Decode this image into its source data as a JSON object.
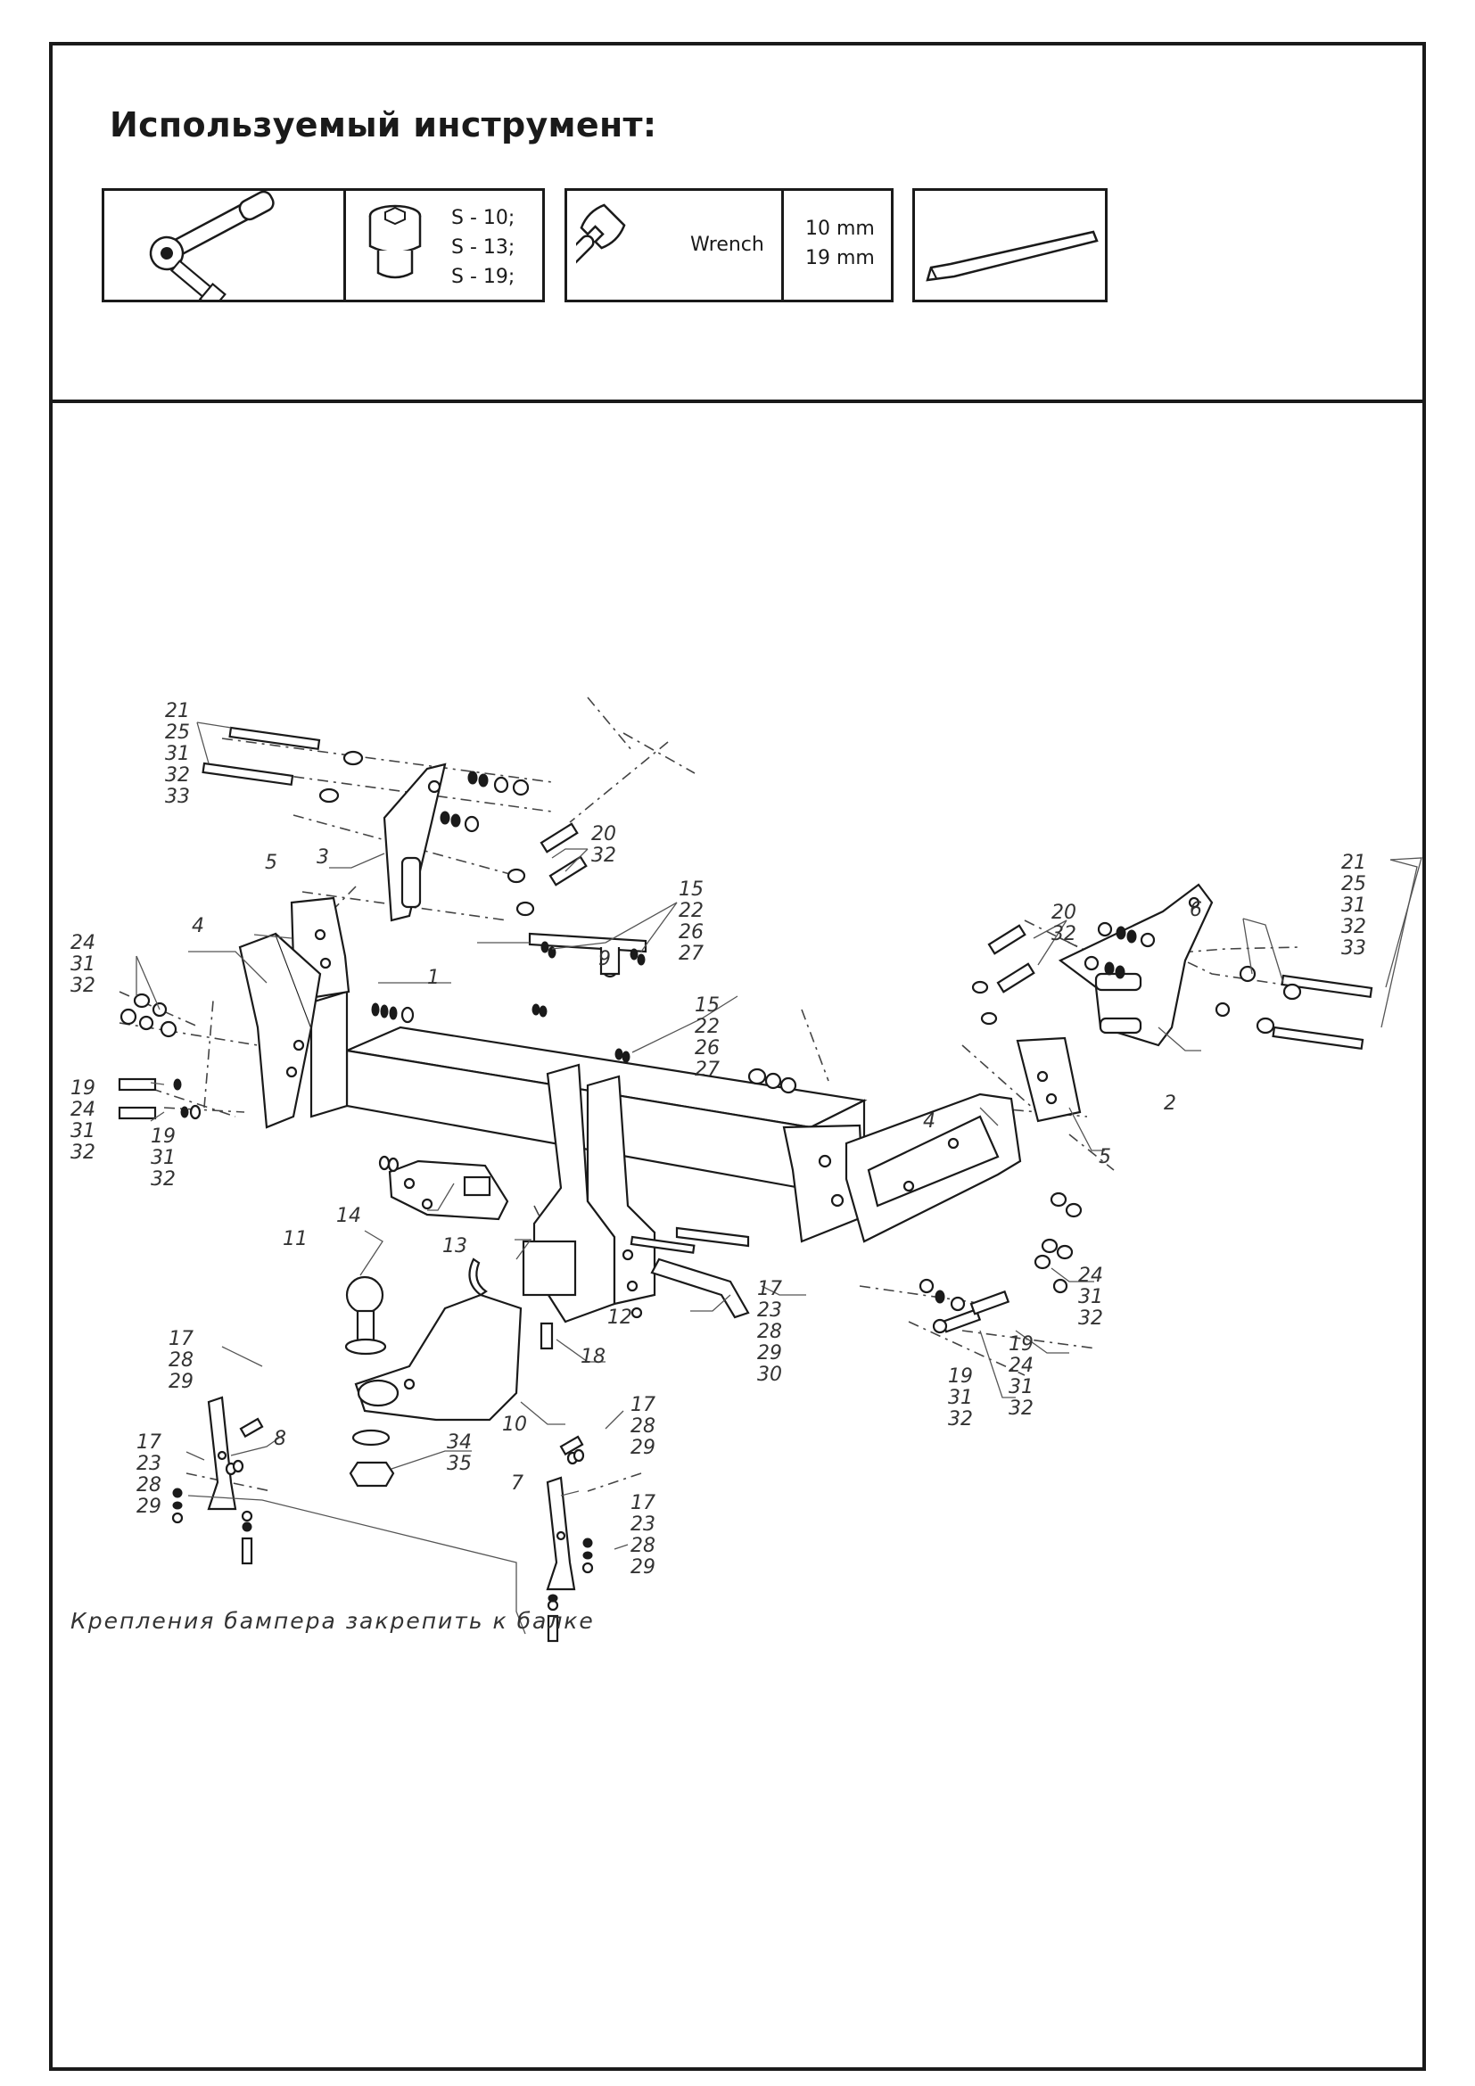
{
  "heading": "Используемый инструмент:",
  "tools": {
    "ratchet": {
      "icon": "ratchet-wrench-icon"
    },
    "sockets": {
      "icon": "socket-head-icon",
      "sizes": [
        "S - 10;",
        "S - 13;",
        "S - 19;"
      ]
    },
    "wrench": {
      "icon": "open-end-wrench-icon",
      "label": "Wrench",
      "sizes": [
        "10 mm",
        "19 mm"
      ]
    },
    "pry_bar": {
      "icon": "pry-bar-icon"
    }
  },
  "note": "Крепления бампера закрепить к балке",
  "labels": {
    "l21a": [
      "21",
      "25",
      "31",
      "32",
      "33"
    ],
    "l3": "3",
    "l5a": "5",
    "l4a": "4",
    "l20a": [
      "20",
      "32"
    ],
    "l24a": [
      "24",
      "31",
      "32"
    ],
    "l19a": "19",
    "l24b": [
      "24",
      "31",
      "32"
    ],
    "l19b": [
      "19",
      "31",
      "32"
    ],
    "l1": "1",
    "l15a": [
      "15",
      "22",
      "26",
      "27"
    ],
    "l9": "9",
    "l15b": [
      "15",
      "22",
      "26",
      "27"
    ],
    "l14": "14",
    "l13": "13",
    "l11": "11",
    "l12": "12",
    "l17a": [
      "17",
      "23",
      "28",
      "29",
      "30"
    ],
    "l18": "18",
    "l10": "10",
    "l17b": [
      "17",
      "28",
      "29"
    ],
    "l8": "8",
    "l17c": [
      "17",
      "23",
      "28",
      "29"
    ],
    "l34": [
      "34",
      "35"
    ],
    "l17d": [
      "17",
      "28",
      "29"
    ],
    "l7": "7",
    "l17e": [
      "17",
      "23",
      "28",
      "29"
    ],
    "l20b": [
      "20",
      "32"
    ],
    "l6": "6",
    "l21b": [
      "21",
      "25",
      "31",
      "32",
      "33"
    ],
    "l2": "2",
    "l4b": "4",
    "l5b": "5",
    "l24c": [
      "24",
      "31",
      "32"
    ],
    "l19c": [
      "19",
      "24",
      "31",
      "32"
    ],
    "l19d": [
      "19",
      "31",
      "32"
    ]
  },
  "colors": {
    "ink": "#1a1a1a",
    "paper": "#ffffff"
  }
}
